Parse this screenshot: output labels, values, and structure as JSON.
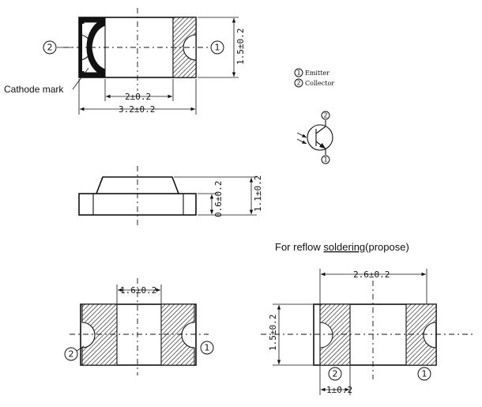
{
  "top_view": {
    "cathode_label": "Cathode  mark",
    "dim_inner": "2±0.2",
    "dim_outer": "3.2±0.2",
    "dim_height": "1.5±0.2",
    "pin_left": "2",
    "pin_right": "1"
  },
  "legend": {
    "item1_num": "1",
    "item1_label": "Emitter",
    "item2_num": "2",
    "item2_label": "Collector",
    "symbol_top_pin": "2",
    "symbol_bottom_pin": "1"
  },
  "side_view": {
    "dim_body": "0.6±0.2",
    "dim_total": "1.1±0.2"
  },
  "bottom_view": {
    "dim_gap": "1.6±0.2",
    "pin_left": "2",
    "pin_right": "1"
  },
  "reflow": {
    "title_prefix": "For reflow ",
    "title_link": "soldering",
    "title_suffix": "(propose)",
    "dim_top": "2.6±0.2",
    "dim_left": "1.5±0.2",
    "dim_pad": "1±0.2",
    "pin_left": "2",
    "pin_right": "1"
  }
}
